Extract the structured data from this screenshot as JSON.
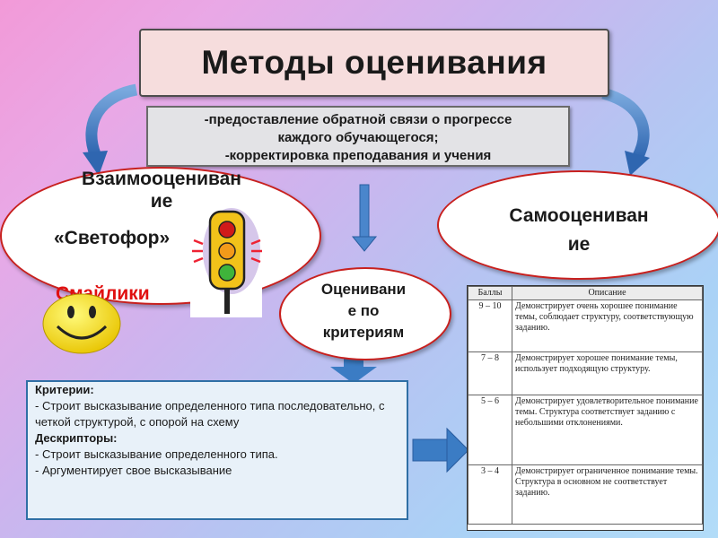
{
  "title": "Методы оценивания",
  "goals": [
    "-предоставление обратной связи о прогрессе",
    "каждого обучающегося;",
    "-корректировка преподавания и учения"
  ],
  "peer": {
    "line1": "Взаимооцениван",
    "line2": "ие",
    "traffic": "«Светофор»",
    "smileys": "Смайлики"
  },
  "self": {
    "line1": "Самооцениван",
    "line2": "ие"
  },
  "criteria_ellipse": {
    "line1": "Оценивани",
    "line2": "е по",
    "line3": "критериям"
  },
  "criteria_box": {
    "criteria_header": "Критерии:",
    "criteria_items": [
      "- Строит высказывание определенного типа последовательно, с четкой структурой, с опорой на схему"
    ],
    "descriptors_header": "Дескрипторы:",
    "descriptor_items": [
      "- Строит высказывание определенного типа.",
      "- Аргументирует свое высказывание"
    ]
  },
  "table": {
    "headers": [
      "Баллы",
      "Описание"
    ],
    "rows": [
      {
        "points": "9 – 10",
        "desc": "Демонстрирует очень хорошее понимание темы, соблюдает структуру, соответствующую заданию."
      },
      {
        "points": "7 – 8",
        "desc": "Демонстрирует хорошее понимание темы, использует подходящую структуру."
      },
      {
        "points": "5 – 6",
        "desc": "Демонстрирует удовлетворительное понимание темы. Структура соответствует заданию с небольшими отклонениями."
      },
      {
        "points": "3 – 4",
        "desc": "Демонстрирует ограниченное понимание темы. Структура в основном не соответствует заданию."
      }
    ]
  },
  "colors": {
    "accent_red": "#c8201e",
    "arrow_blue": "#3b7cc4",
    "title_bg": "#f6dddd"
  }
}
